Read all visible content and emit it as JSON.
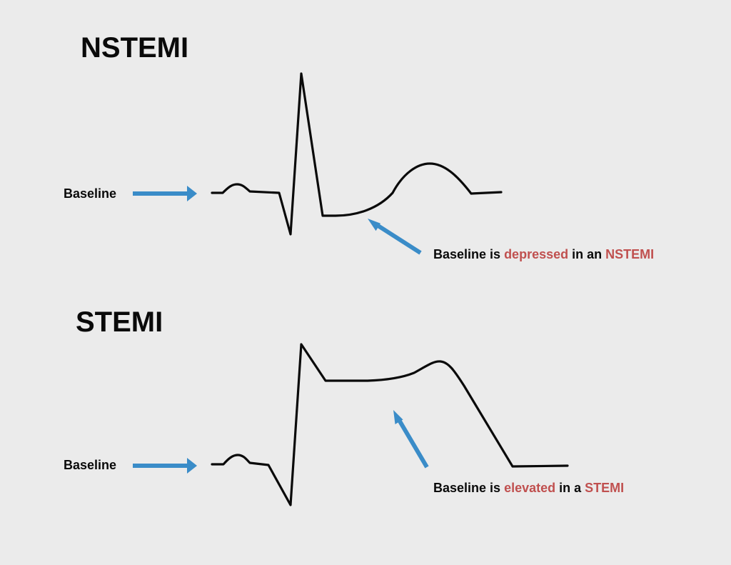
{
  "colors": {
    "background": "#ebebeb",
    "text": "#0a0a0a",
    "accent_red": "#c0504f",
    "arrow_blue": "#3a8cc8",
    "trace": "#0a0a0a"
  },
  "nstemi": {
    "title": "NSTEMI",
    "baseline_label": "Baseline",
    "annotation": {
      "part1": "Baseline is ",
      "highlight1": "depressed",
      "part2": " in an ",
      "highlight2": "NSTEMI"
    }
  },
  "stemi": {
    "title": "STEMI",
    "baseline_label": "Baseline",
    "annotation": {
      "part1": "Baseline is ",
      "highlight1": "elevated",
      "part2": " in a ",
      "highlight2": "STEMI"
    }
  }
}
